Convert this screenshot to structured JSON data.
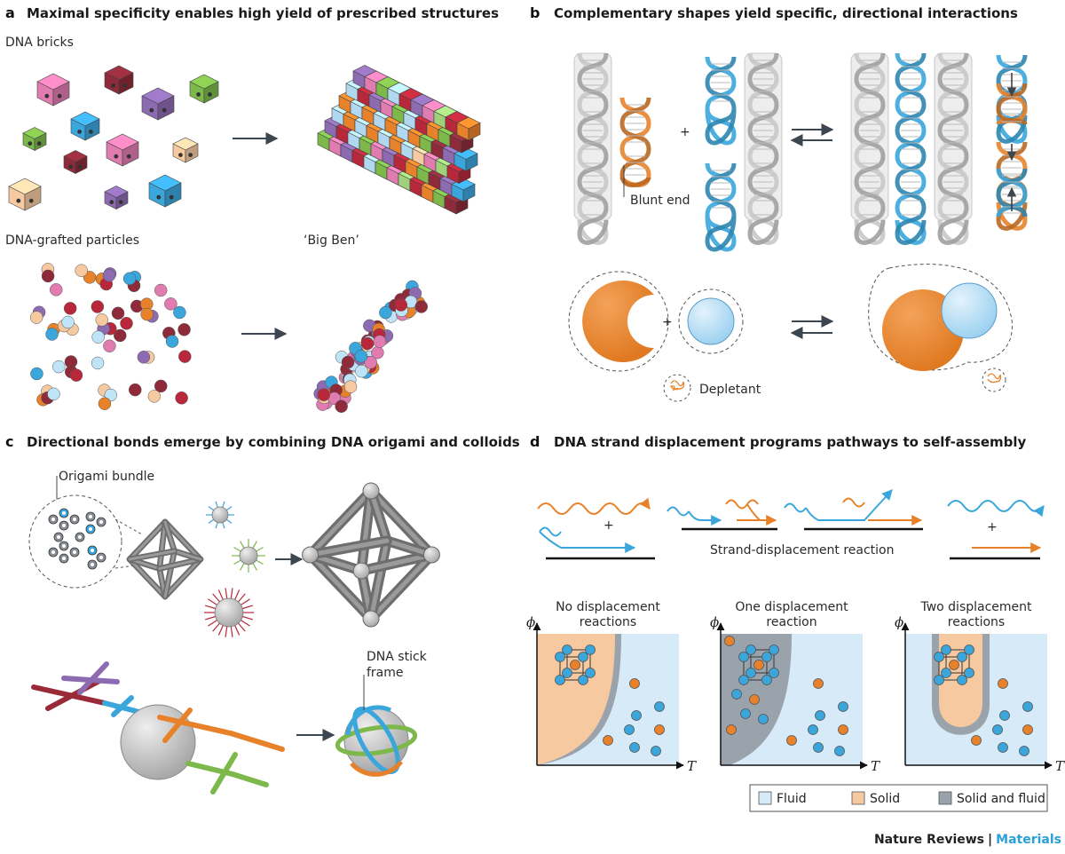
{
  "panels": {
    "a": {
      "letter": "a",
      "title": "Maximal specificity enables high yield of prescribed structures",
      "label_bricks": "DNA bricks",
      "label_particles": "DNA-grafted particles",
      "label_bigben": "‘Big Ben’"
    },
    "b": {
      "letter": "b",
      "title": "Complementary shapes yield specific, directional interactions",
      "label_blunt": "Blunt end",
      "label_depletant": "Depletant"
    },
    "c": {
      "letter": "c",
      "title": "Directional bonds emerge by combining DNA origami and colloids",
      "label_origami": "Origami bundle",
      "label_stick_1": "DNA stick",
      "label_stick_2": "frame"
    },
    "d": {
      "letter": "d",
      "title": "DNA strand displacement programs pathways to self-assembly",
      "label_reaction": "Strand-displacement reaction",
      "diagrams": [
        {
          "title_1": "No displacement",
          "title_2": "reactions"
        },
        {
          "title_1": "One displacement",
          "title_2": "reaction"
        },
        {
          "title_1": "Two displacement",
          "title_2": "reactions"
        }
      ],
      "axis_y": "ϕ",
      "axis_x": "T",
      "legend": [
        {
          "label": "Fluid",
          "color": "#d6eaf8"
        },
        {
          "label": "Solid",
          "color": "#f6c9a0"
        },
        {
          "label": "Solid and fluid",
          "color": "#9aa3ab"
        }
      ]
    }
  },
  "symbols": {
    "plus": "+"
  },
  "credit": {
    "journal": "Nature Reviews",
    "separator": "|",
    "section": "Materials"
  },
  "colors": {
    "orange": "#e8822a",
    "blue": "#3aa6dc",
    "lightblue": "#d6eaf8",
    "peach": "#f6c9a0",
    "gray": "#9aa3ab",
    "dark": "#3c4650",
    "pink": "#e07cb0",
    "purple": "#8c6bb1",
    "green": "#7cb84a",
    "maroon": "#8e2a3a",
    "red": "#b8283a"
  },
  "icons": [
    "right-arrow-icon",
    "equilibrium-arrows-icon",
    "dna-helix-icon",
    "colloid-sphere-icon",
    "origami-octahedron-icon"
  ]
}
